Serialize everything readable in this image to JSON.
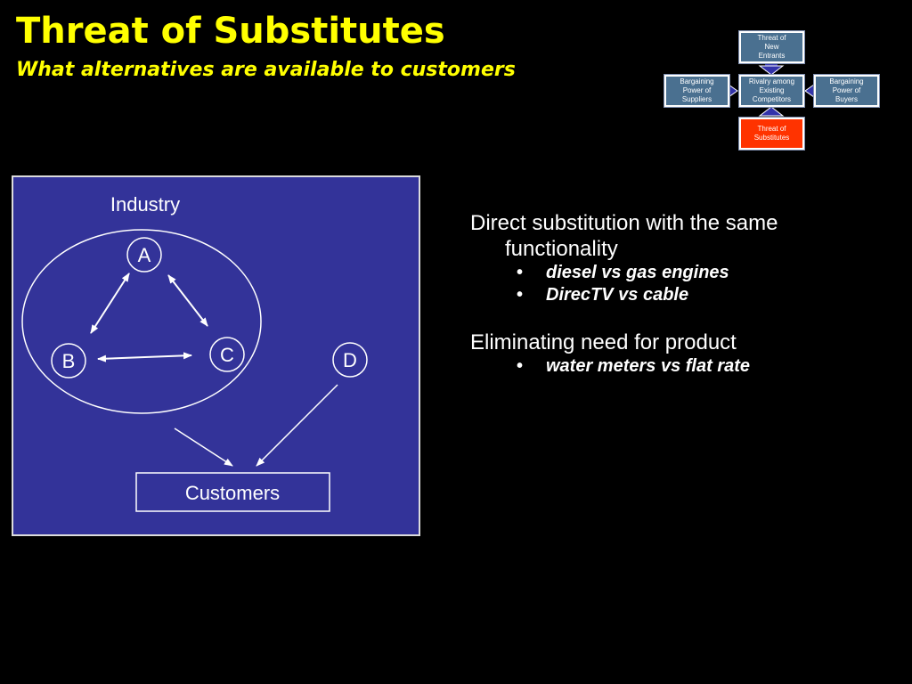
{
  "header": {
    "title": "Threat of Substitutes",
    "subtitle": "What alternatives are available to customers"
  },
  "five_forces": {
    "top": [
      "Threat of",
      "New",
      "Entrants"
    ],
    "left": [
      "Bargaining",
      "Power of",
      "Suppliers"
    ],
    "center": [
      "Rivalry among",
      "Existing",
      "Competitors"
    ],
    "right": [
      "Bargaining",
      "Power of",
      "Buyers"
    ],
    "bottom": [
      "Threat of",
      "Substitutes"
    ],
    "colors": {
      "box": "#4a7090",
      "highlight": "#ff3300",
      "arrow": "#3333aa"
    }
  },
  "diagram": {
    "industry_label": "Industry",
    "nodes": {
      "a": "A",
      "b": "B",
      "c": "C",
      "d": "D"
    },
    "customers_label": "Customers",
    "colors": {
      "panel": "#333399",
      "stroke": "#ffffff"
    }
  },
  "bullets": [
    {
      "heading": "Direct substitution with the same functionality",
      "items": [
        "diesel vs gas engines",
        "DirecTV vs cable"
      ]
    },
    {
      "heading": "Eliminating need for product",
      "items": [
        "water meters vs flat rate"
      ]
    }
  ]
}
